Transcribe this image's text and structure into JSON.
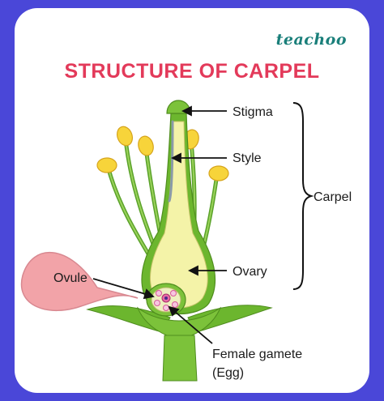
{
  "brand": "teachoo",
  "title": "STRUCTURE OF CARPEL",
  "labels": {
    "stigma": "Stigma",
    "style": "Style",
    "carpel": "Carpel",
    "ovary": "Ovary",
    "ovule": "Ovule",
    "female_gamete_line1": "Female gamete",
    "female_gamete_line2": "(Egg)"
  },
  "colors": {
    "frame": "#4a47d8",
    "title": "#e33a5a",
    "brand": "#1a7f7a",
    "stem": "#6cb62e",
    "ovary": "#f4f3a8",
    "anther": "#f7d43a",
    "petal": "#f2a3a8",
    "egg": "#e86aa6"
  }
}
